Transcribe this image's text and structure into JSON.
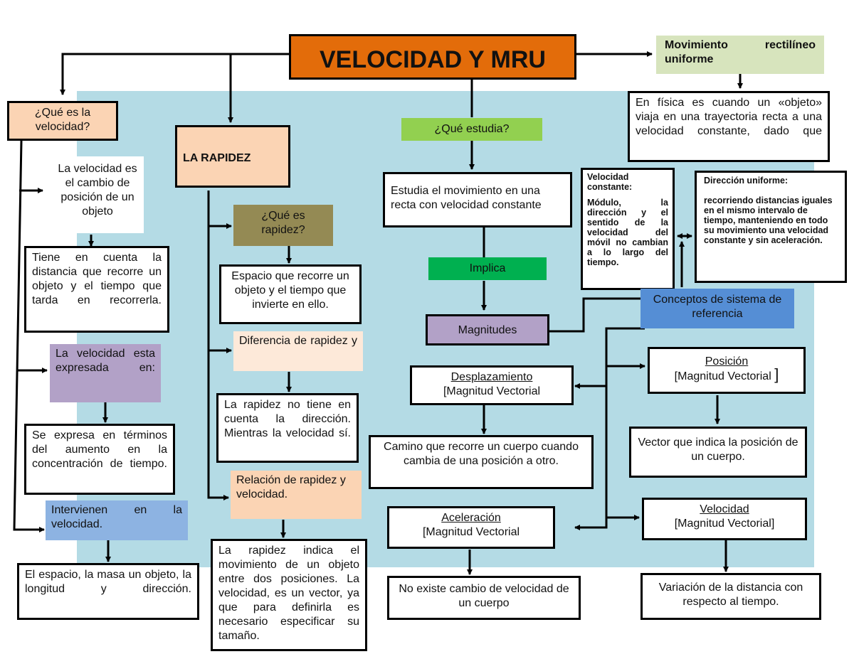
{
  "title": "VELOCIDAD Y MRU",
  "colors": {
    "title_bg": "#e36c0a",
    "peach": "#fbd4b4",
    "light_peach": "#fde9d9",
    "olive": "#948a54",
    "purple": "#b2a1c7",
    "green": "#92d050",
    "light_green": "#d7e4bd",
    "blue": "#8db3e2",
    "concepts_blue": "#558ed5",
    "panel_bg": "#b4dbe5"
  },
  "left": {
    "q_velocidad": "¿Qué es la velocidad?",
    "def_velocidad": "La velocidad es el cambio de posición de un objeto",
    "cuenta": "Tiene en cuenta la distancia que recorre un objeto y el tiempo que tarda en recorrerla.",
    "expresada": "La velocidad esta expresada en:",
    "expresa": "Se expresa en términos del aumento en la concentración de tiempo.",
    "intervienen": "Intervienen en la velocidad.",
    "espacio": "El espacio, la masa un objeto, la longitud y dirección."
  },
  "rapidez": {
    "title": "LA RAPIDEZ",
    "q_rapidez": "¿Qué es rapidez?",
    "espacio": "Espacio que recorre un objeto y el tiempo que invierte en ello.",
    "diferencia": "Diferencia de rapidez y",
    "no_tiene": "La rapidez no tiene en cuenta la dirección. Mientras la velocidad sí.",
    "relacion": "Relación de rapidez y velocidad.",
    "indica": "La rapidez indica el movimiento de un objeto entre dos posiciones. La velocidad, es un vector, ya que para definirla es necesario especificar su tamaño."
  },
  "center": {
    "q_estudia": "¿Qué estudia?",
    "estudia": "Estudia el movimiento en una recta con velocidad constante",
    "implica": "Implica",
    "magnitudes": "Magnitudes"
  },
  "mru": {
    "title": "Movimiento rectilíneo uniforme",
    "fisica": "En física es cuando un «objeto» viaja en una trayectoria recta a una velocidad constante, dado que",
    "vel_const_title": "Velocidad constante:",
    "vel_const_text": "Módulo, la dirección y el sentido de la velocidad del móvil no cambian a lo largo del tiempo.",
    "dir_title": "Dirección uniforme:",
    "dir_text": "recorriendo distancias iguales en el mismo intervalo de tiempo, manteniendo en todo su movimiento una velocidad constante y sin aceleración.",
    "conceptos": "Conceptos de sistema de referencia"
  },
  "vectors": {
    "desplazamiento_title": "Desplazamiento",
    "magnitud_vectorial": "[Magnitud Vectorial",
    "desplazamiento_text": "Camino que recorre un cuerpo cuando cambia de una posición a otro.",
    "aceleracion_title": "Aceleración",
    "aceleracion_text": "No existe cambio de velocidad de un cuerpo",
    "posicion_title": "Posición",
    "posicion_sub": "[Magnitud Vectorial",
    "posicion_bracket": "]",
    "posicion_text": "Vector que indica la posición de un cuerpo.",
    "velocidad_title": "Velocidad",
    "velocidad_sub": "[Magnitud Vectorial]",
    "velocidad_text": "Variación de la distancia con respecto al tiempo."
  }
}
